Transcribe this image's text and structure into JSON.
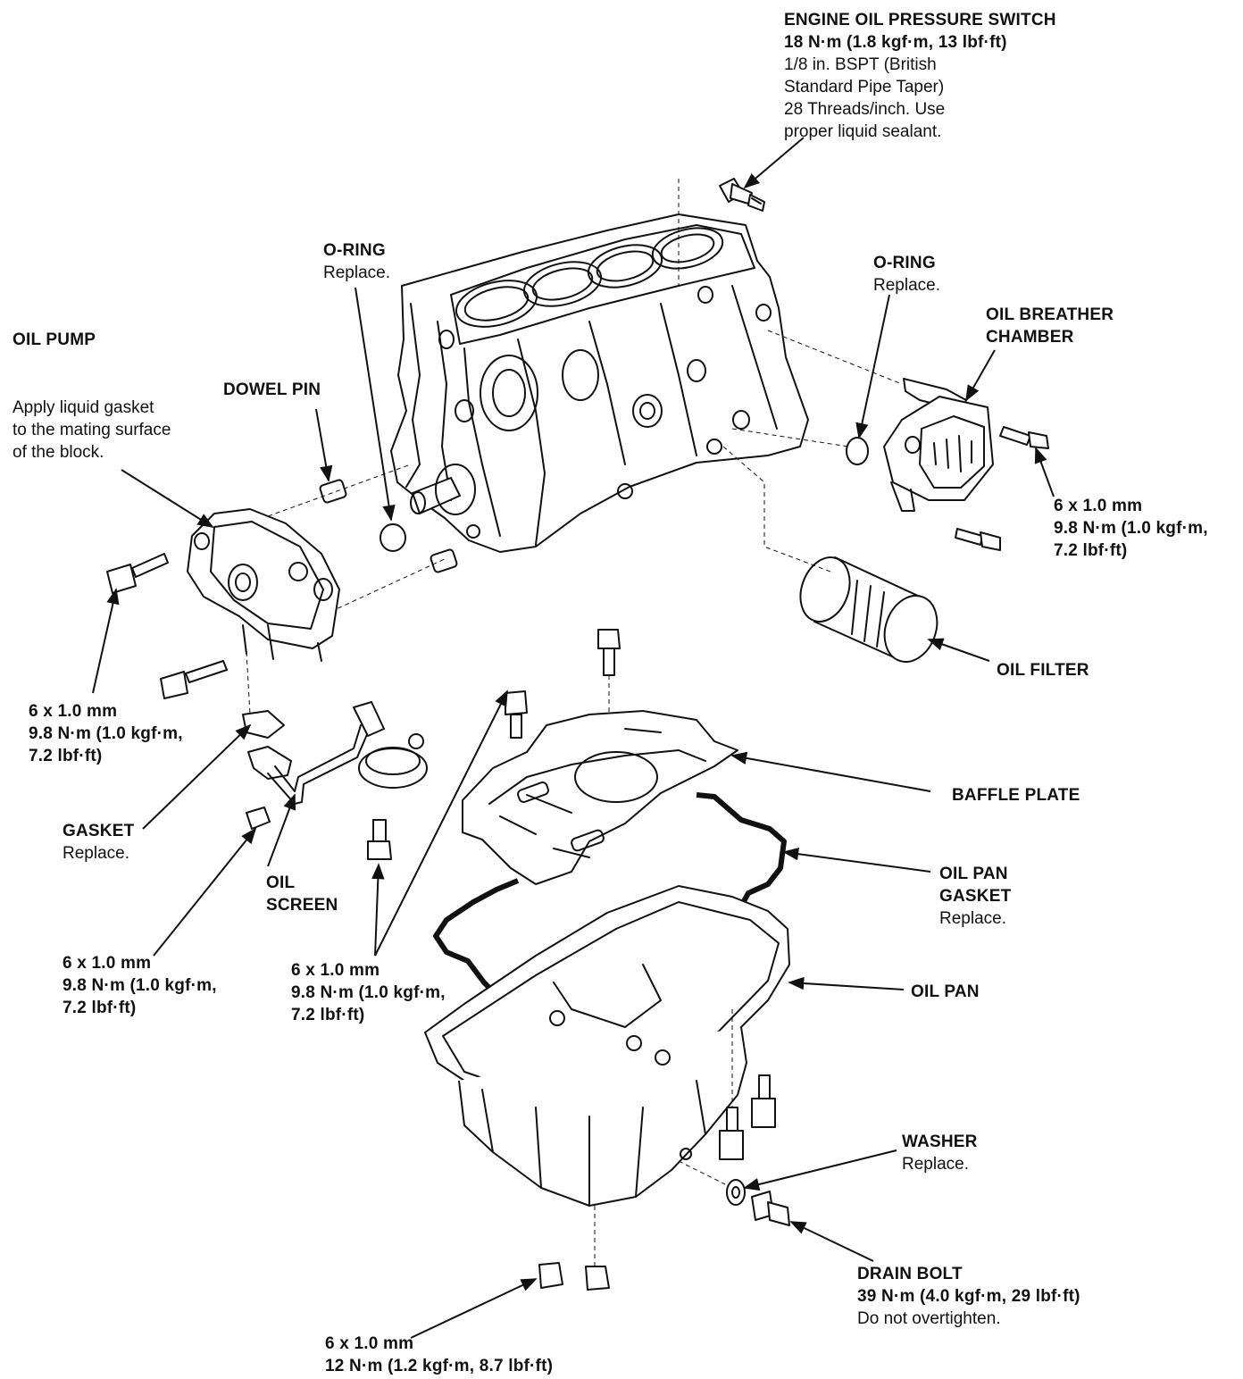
{
  "labels": {
    "pressure_switch": {
      "title": "ENGINE OIL PRESSURE SWITCH",
      "torque": "18 N·m (1.8 kgf·m, 13 lbf·ft)",
      "line1": "1/8 in. BSPT (British",
      "line2": "Standard Pipe Taper)",
      "line3": "28 Threads/inch. Use",
      "line4": "proper liquid sealant."
    },
    "oring_left": {
      "title": "O-RING",
      "note": "Replace."
    },
    "oring_right": {
      "title": "O-RING",
      "note": "Replace."
    },
    "oil_pump": {
      "title": "OIL PUMP"
    },
    "dowel_pin": {
      "title": "DOWEL PIN"
    },
    "liquid_gasket": {
      "line1": "Apply liquid gasket",
      "line2": "to the mating surface",
      "line3": "of the block."
    },
    "breather": {
      "line1": "OIL BREATHER",
      "line2": "CHAMBER"
    },
    "breather_bolt": {
      "size": "6 x 1.0 mm",
      "torque1": "9.8 N·m (1.0 kgf·m,",
      "torque2": "7.2 lbf·ft)"
    },
    "oil_filter": {
      "title": "OIL FILTER"
    },
    "pump_bolt": {
      "size": "6 x 1.0 mm",
      "torque1": "9.8 N·m (1.0 kgf·m,",
      "torque2": "7.2 lbf·ft)"
    },
    "baffle_plate": {
      "title": "BAFFLE PLATE"
    },
    "gasket": {
      "title": "GASKET",
      "note": "Replace."
    },
    "oil_screen": {
      "line1": "OIL",
      "line2": "SCREEN"
    },
    "oil_pan_gasket": {
      "line1": "OIL PAN",
      "line2": "GASKET",
      "note": "Replace."
    },
    "nut_bolt": {
      "size": "6 x 1.0 mm",
      "torque1": "9.8 N·m (1.0 kgf·m,",
      "torque2": "7.2 lbf·ft)"
    },
    "screen_bolt": {
      "size": "6 x 1.0 mm",
      "torque1": "9.8 N·m (1.0 kgf·m,",
      "torque2": "7.2 lbf·ft)"
    },
    "oil_pan": {
      "title": "OIL PAN"
    },
    "washer": {
      "title": "WASHER",
      "note": "Replace."
    },
    "drain_bolt": {
      "title": "DRAIN BOLT",
      "torque": "39 N·m (4.0 kgf·m, 29 lbf·ft)",
      "note": "Do not overtighten."
    },
    "pan_nut": {
      "size": "6 x 1.0 mm",
      "torque": "12 N·m (1.2 kgf·m, 8.7 lbf·ft)"
    }
  },
  "colors": {
    "ink": "#111111",
    "paper": "#ffffff"
  }
}
